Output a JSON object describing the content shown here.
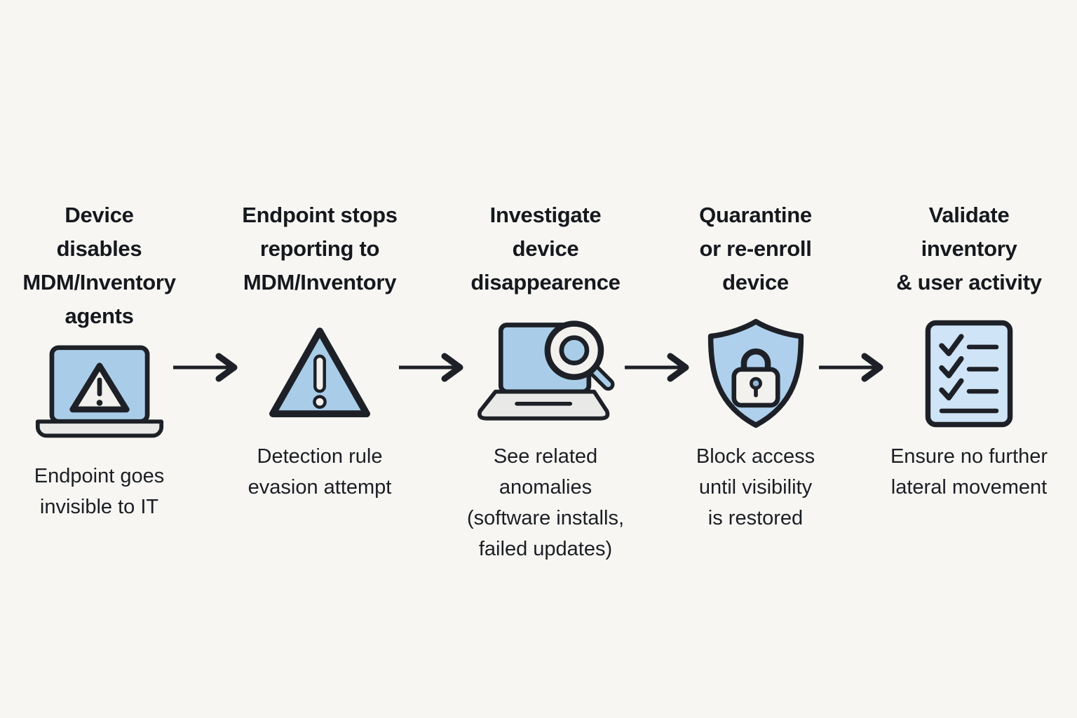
{
  "page": {
    "background": "#f7f6f3",
    "text_color": "#15181d"
  },
  "colors": {
    "outline_dark": "#1d2127",
    "icon_blue": "#a9cde9",
    "shield_blue": "#aed0ec",
    "light_blue": "#cfe4f6",
    "icon_offwhite": "#f2f1ee",
    "base_gray": "#e9e9e7",
    "keyhole_blue": "#8fb4d4"
  },
  "steps": [
    {
      "title": "Device\ndisables\nMDM/Inventory\nagents",
      "icon": "laptop-alert-icon",
      "caption": "Endpoint goes\ninvisible to IT"
    },
    {
      "title": "Endpoint stops\nreporting to\nMDM/Inventory",
      "icon": "warning-triangle-icon",
      "caption": "Detection rule\nevasion attempt"
    },
    {
      "title": "Investigate\ndevice\ndisappearence",
      "icon": "laptop-magnifier-icon",
      "caption": "See related\nanomalies\n(software installs,\nfailed updates)"
    },
    {
      "title": "Quarantine\nor re-enroll\ndevice",
      "icon": "shield-lock-icon",
      "caption": "Block access\nuntil visibility\nis restored"
    },
    {
      "title": "Validate\ninventory\n& user activity",
      "icon": "checklist-icon",
      "caption": "Ensure no further\nlateral movement"
    }
  ],
  "connectors": {
    "icon": "arrow-right-icon",
    "count": 4
  }
}
